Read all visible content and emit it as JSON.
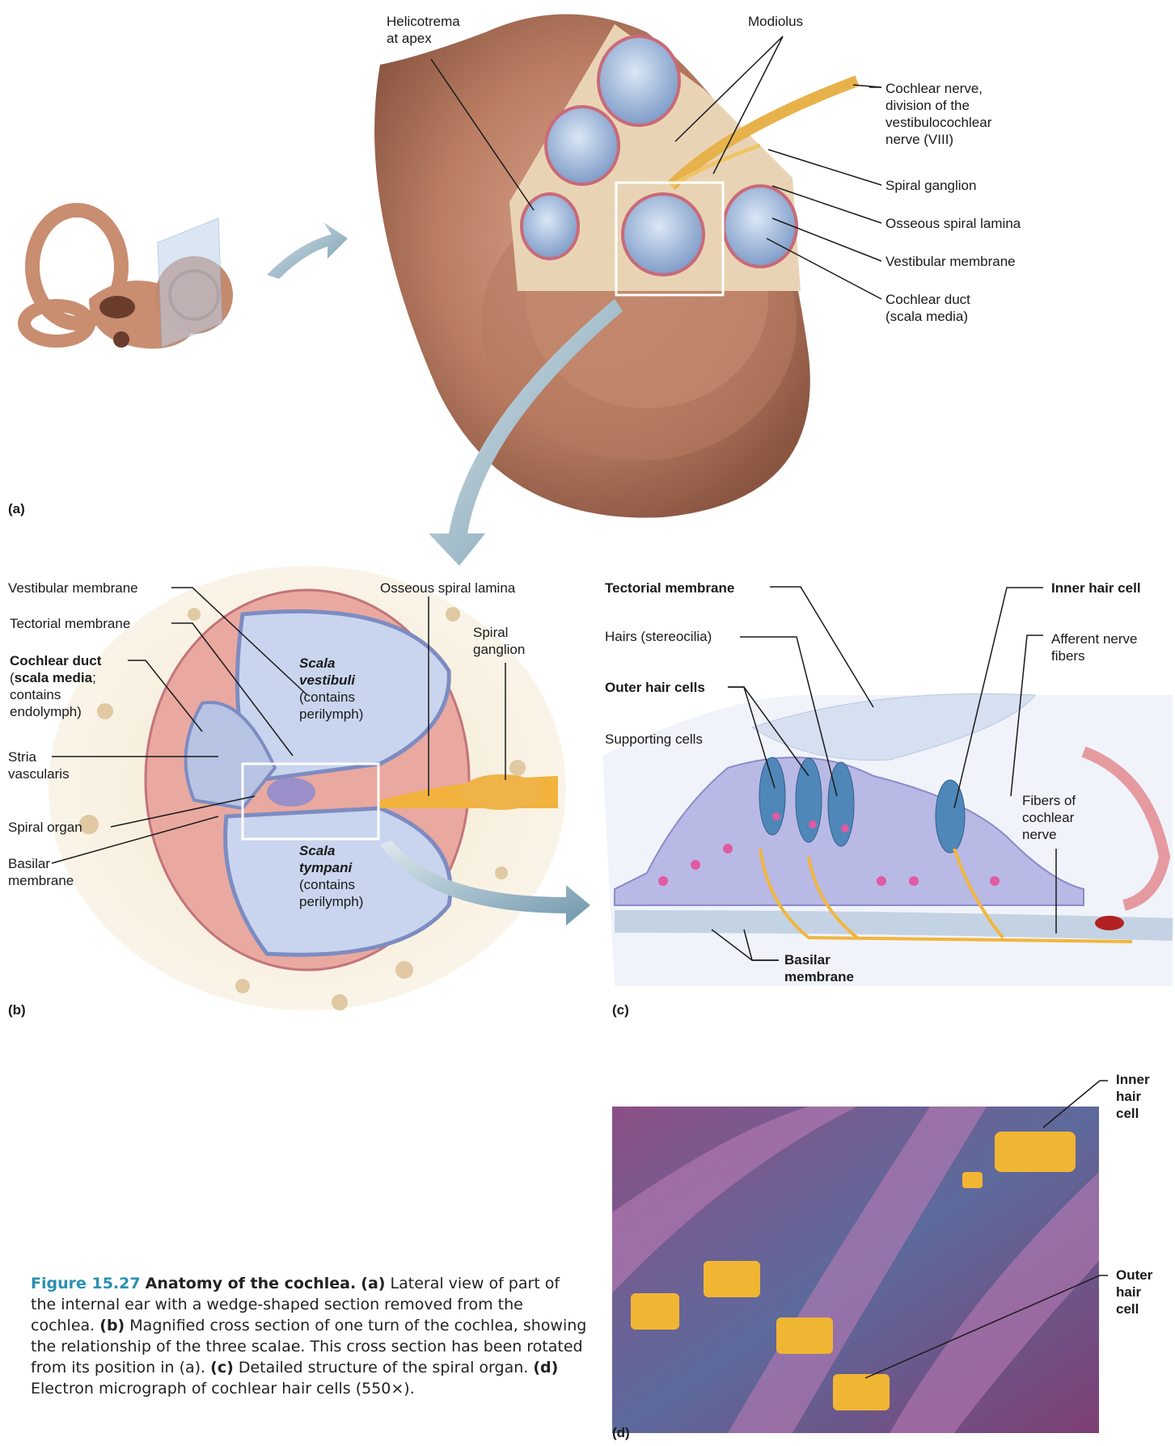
{
  "panel_a": {
    "tag": "(a)",
    "labels": {
      "helicotrema": "Helicotrema\nat apex",
      "modiolus": "Modiolus",
      "cochlear_nerve": "Cochlear nerve,\ndivision of the\nvestibulocochlear\nnerve (VIII)",
      "spiral_ganglion": "Spiral ganglion",
      "osseous_spiral_lamina": "Osseous spiral lamina",
      "vestibular_membrane": "Vestibular membrane",
      "cochlear_duct": "Cochlear duct\n(scala media)"
    }
  },
  "panel_b": {
    "tag": "(b)",
    "labels": {
      "vestibular_membrane": "Vestibular membrane",
      "tectorial_membrane": "Tectorial membrane",
      "cochlear_duct_bold": "Cochlear duct",
      "scala_media_open": "(",
      "scala_media_bold": "scala media",
      "scala_media_rest": ";",
      "contains": "contains\nendolymph)",
      "stria": "Stria\nvascularis",
      "spiral_organ": "Spiral organ",
      "basilar": "Basilar\nmembrane",
      "osseous": "Osseous spiral lamina",
      "spiral_ganglion": "Spiral\nganglion",
      "scala_vestibuli": "Scala\nvestibuli",
      "scala_vestibuli_note": "(contains\nperilymph)",
      "scala_tympani": "Scala\ntympani",
      "scala_tympani_note": "(contains\nperilymph)"
    }
  },
  "panel_c": {
    "tag": "(c)",
    "labels": {
      "tectorial": "Tectorial membrane",
      "inner_hair": "Inner hair cell",
      "hairs": "Hairs (stereocilia)",
      "afferent": "Afferent nerve\nfibers",
      "outer_hair": "Outer hair cells",
      "supporting": "Supporting cells",
      "fibers": "Fibers of\ncochlear\nnerve",
      "basilar": "Basilar\nmembrane"
    }
  },
  "panel_d": {
    "tag": "(d)",
    "labels": {
      "inner": "Inner\nhair\ncell",
      "outer": "Outer\nhair\ncell"
    }
  },
  "caption": {
    "figure": "Figure 15.27",
    "title": "Anatomy of the cochlea.",
    "a_tag": "(a)",
    "a_text": "Lateral view of part of the internal ear with a wedge-shaped section removed from the cochlea.",
    "b_tag": "(b)",
    "b_text": "Magnified cross section of one turn of the cochlea, showing the relationship of the three scalae. This cross section has been rotated from its position in (a).",
    "c_tag": "(c)",
    "c_text": "Detailed structure of the spiral organ.",
    "d_tag": "(d)",
    "d_text": "Electron micrograph of cochlear hair cells (550×)."
  }
}
